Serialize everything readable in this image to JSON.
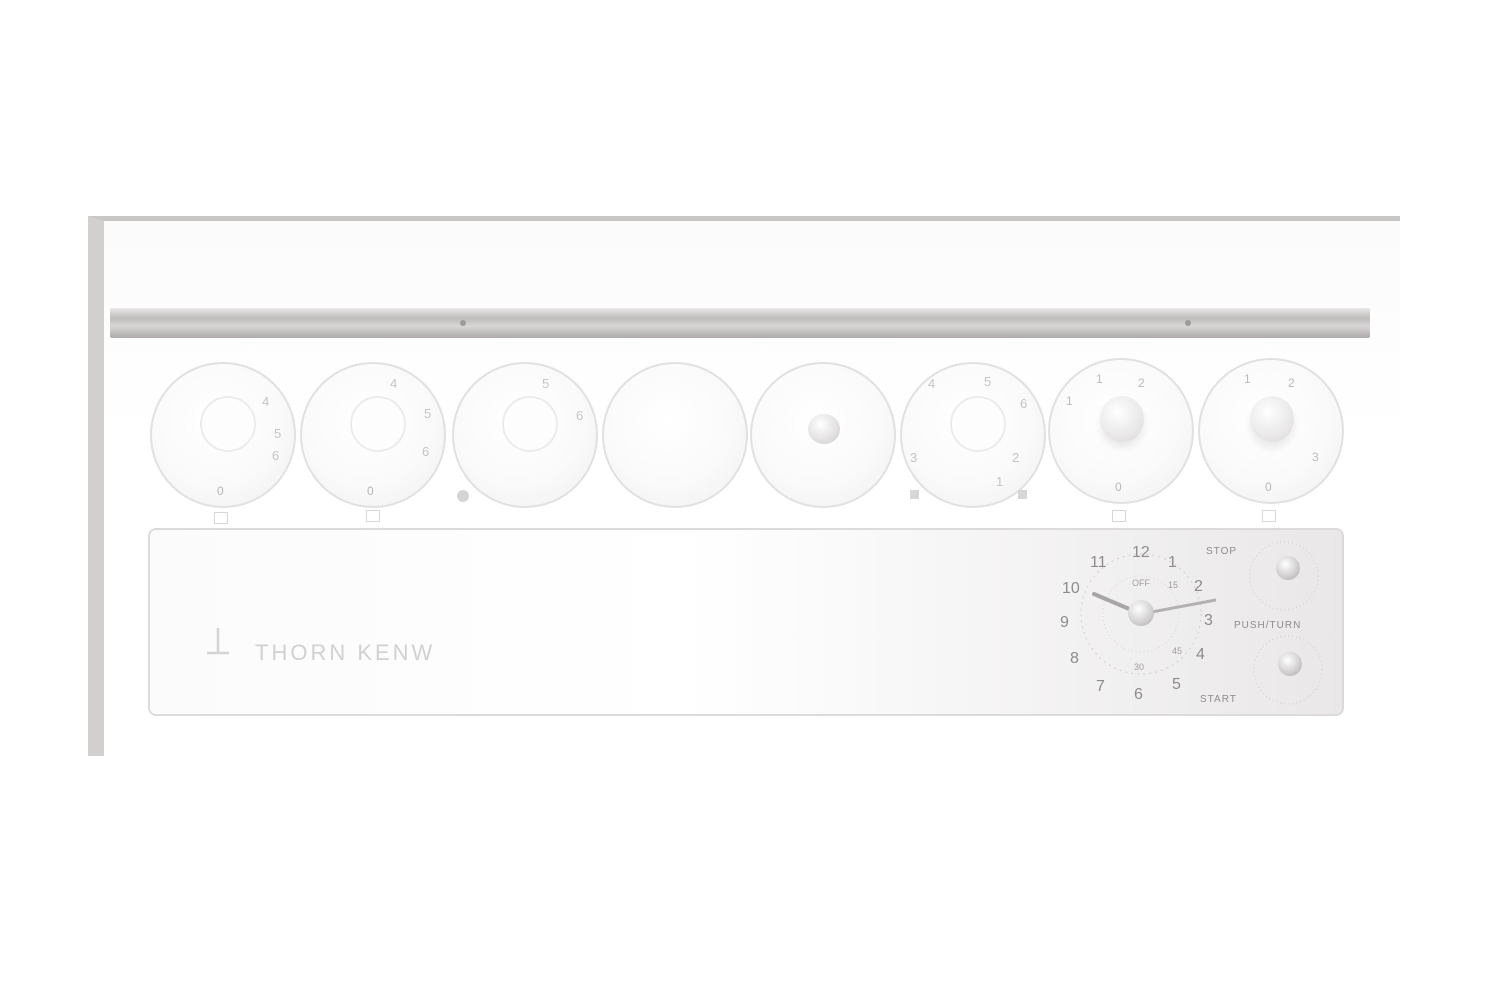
{
  "brand": {
    "name": "THORN KENW"
  },
  "knobs": [
    {
      "id": "knob-1",
      "scale": [
        "4",
        "5",
        "6"
      ],
      "zero": "0"
    },
    {
      "id": "knob-2",
      "scale": [
        "4",
        "5",
        "6"
      ],
      "zero": "0"
    },
    {
      "id": "knob-3",
      "scale": [
        "5",
        "6"
      ],
      "zero": ""
    },
    {
      "id": "knob-4",
      "scale": [],
      "zero": ""
    },
    {
      "id": "knob-5",
      "scale": [],
      "zero": ""
    },
    {
      "id": "knob-6",
      "scale": [
        "4",
        "5",
        "6",
        "3",
        "2",
        "1"
      ],
      "zero": ""
    },
    {
      "id": "knob-7",
      "marks": [
        "1",
        "2",
        "1",
        "0"
      ],
      "zero": "0"
    },
    {
      "id": "knob-8",
      "marks": [
        "1",
        "2",
        "3"
      ],
      "zero": "0"
    }
  ],
  "clock": {
    "hours": [
      "12",
      "1",
      "2",
      "3",
      "4",
      "5",
      "6",
      "7",
      "8",
      "9",
      "10",
      "11"
    ],
    "inner": [
      "OFF",
      "15",
      "30",
      "45"
    ]
  },
  "timer": {
    "stop_label": "STOP",
    "push_turn_label": "PUSH/TURN",
    "start_label": "START"
  },
  "colors": {
    "panel": "#ffffff",
    "trim": "#bfbcbc",
    "dial_text": "#8e8b8b"
  }
}
